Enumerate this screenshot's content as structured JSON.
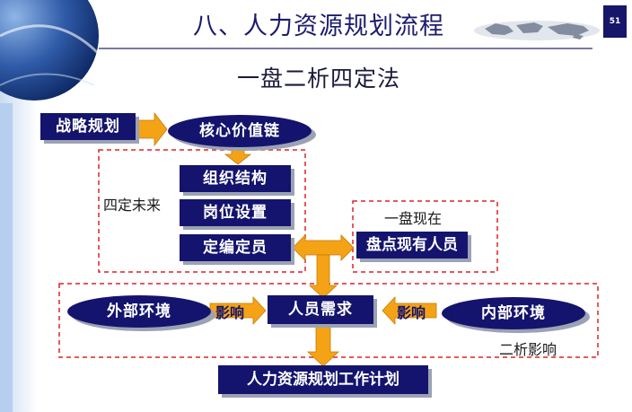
{
  "header": {
    "title": "八、人力资源规划流程",
    "page_number": "51"
  },
  "subtitle": "一盘二析四定法",
  "nodes": {
    "strategy": "战略规划",
    "value_chain": "核心价值链",
    "org_structure": "组织结构",
    "positions": "岗位设置",
    "staffing": "定编定员",
    "inventory": "盘点现有人员",
    "external": "外部环境",
    "internal": "内部环境",
    "demand": "人员需求",
    "plan": "人力资源规划工作计划"
  },
  "labels": {
    "four_define": "四定未来",
    "one_inventory": "一盘现在",
    "two_analysis": "二析影响",
    "influence_left": "影响",
    "influence_right": "影响"
  },
  "colors": {
    "node_fill": "#14146e",
    "arrow_fill": "#f5a316",
    "frame_line": "#e0202a",
    "title_text": "#1c1c6e"
  }
}
